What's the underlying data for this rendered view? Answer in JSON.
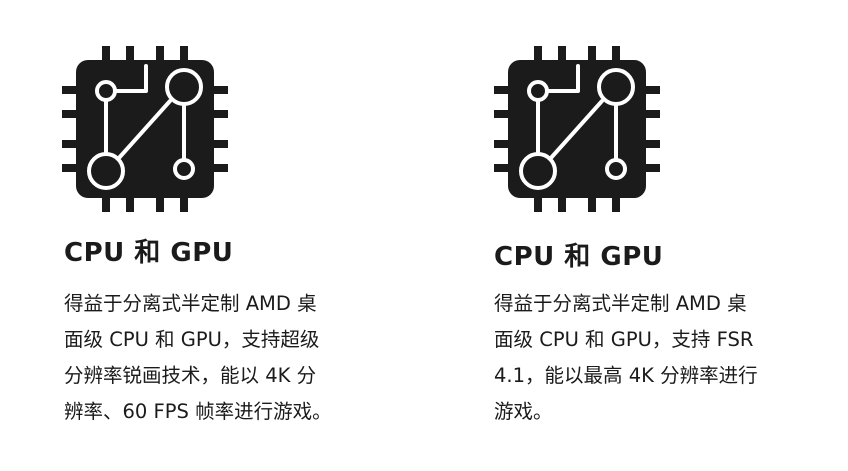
{
  "colors": {
    "background": "#ffffff",
    "text": "#1b1b1b",
    "icon": "#1b1b1b"
  },
  "features": [
    {
      "icon": "cpu-chip-icon",
      "title": "CPU 和 GPU",
      "description_lines": [
        "得益于分离式半定制 AMD 桌",
        "面级 CPU 和 GPU，支持超级",
        "分辨率锐画技术，能以 4K 分",
        "辨率、60 FPS 帧率进行游戏。"
      ]
    },
    {
      "icon": "cpu-chip-icon",
      "title": "CPU 和 GPU",
      "description_lines": [
        "得益于分离式半定制 AMD 桌",
        "面级 CPU 和 GPU，支持 FSR",
        "4.1，能以最高 4K 分辨率进行",
        "游戏。"
      ]
    }
  ]
}
